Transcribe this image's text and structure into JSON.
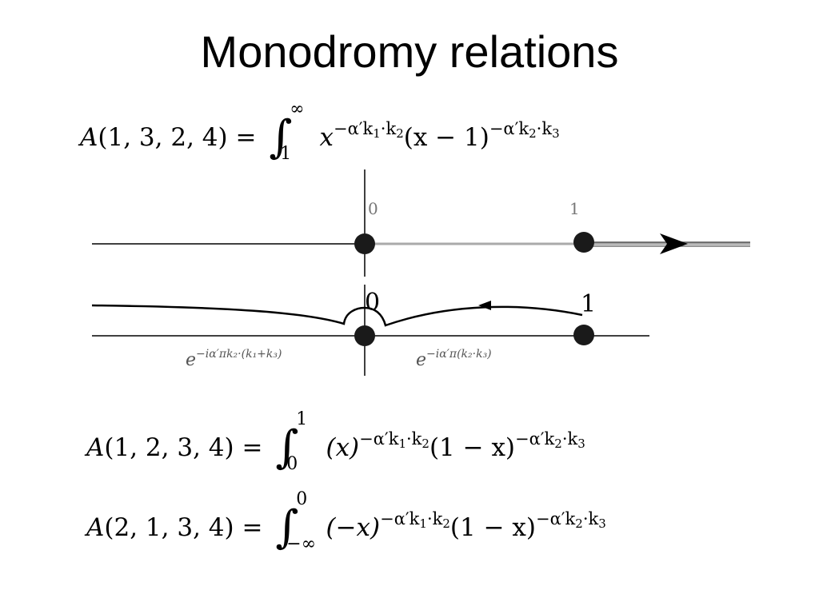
{
  "title": "Monodromy relations",
  "equations": {
    "eq1": {
      "amp": "A",
      "args": "(1, 3, 2, 4) =",
      "lower": "1",
      "upper": "∞",
      "base1": "x",
      "exp1": "−α′k",
      "exp1_i": "1",
      "exp1_m": "·k",
      "exp1_j": "2",
      "base2": "(x − 1)",
      "exp2": "−α′k",
      "exp2_i": "2",
      "exp2_m": "·k",
      "exp2_j": "3"
    },
    "eq2": {
      "amp": "A",
      "args": "(1, 2, 3, 4) =",
      "lower": "0",
      "upper": "1",
      "base1": "(x)",
      "exp1": "−α′k",
      "exp1_i": "1",
      "exp1_m": "·k",
      "exp1_j": "2",
      "base2": "(1 − x)",
      "exp2": "−α′k",
      "exp2_i": "2",
      "exp2_m": "·k",
      "exp2_j": "3"
    },
    "eq3": {
      "amp": "A",
      "args": "(2, 1, 3, 4) =",
      "lower": "−∞",
      "upper": "0",
      "base1": "(−x)",
      "exp1": "−α′k",
      "exp1_i": "1",
      "exp1_m": "·k",
      "exp1_j": "2",
      "base2": "(1 − x)",
      "exp2": "−α′k",
      "exp2_i": "2",
      "exp2_m": "·k",
      "exp2_j": "3"
    }
  },
  "diagram": {
    "top_label_0": "0",
    "top_label_1": "1",
    "bottom_label_0": "0",
    "bottom_label_1": "1",
    "phase_left": "e",
    "phase_left_exp": "−iα′πk₂·(k₁+k₃)",
    "phase_right": "e",
    "phase_right_exp": "−iα′π(k₂·k₃)"
  }
}
